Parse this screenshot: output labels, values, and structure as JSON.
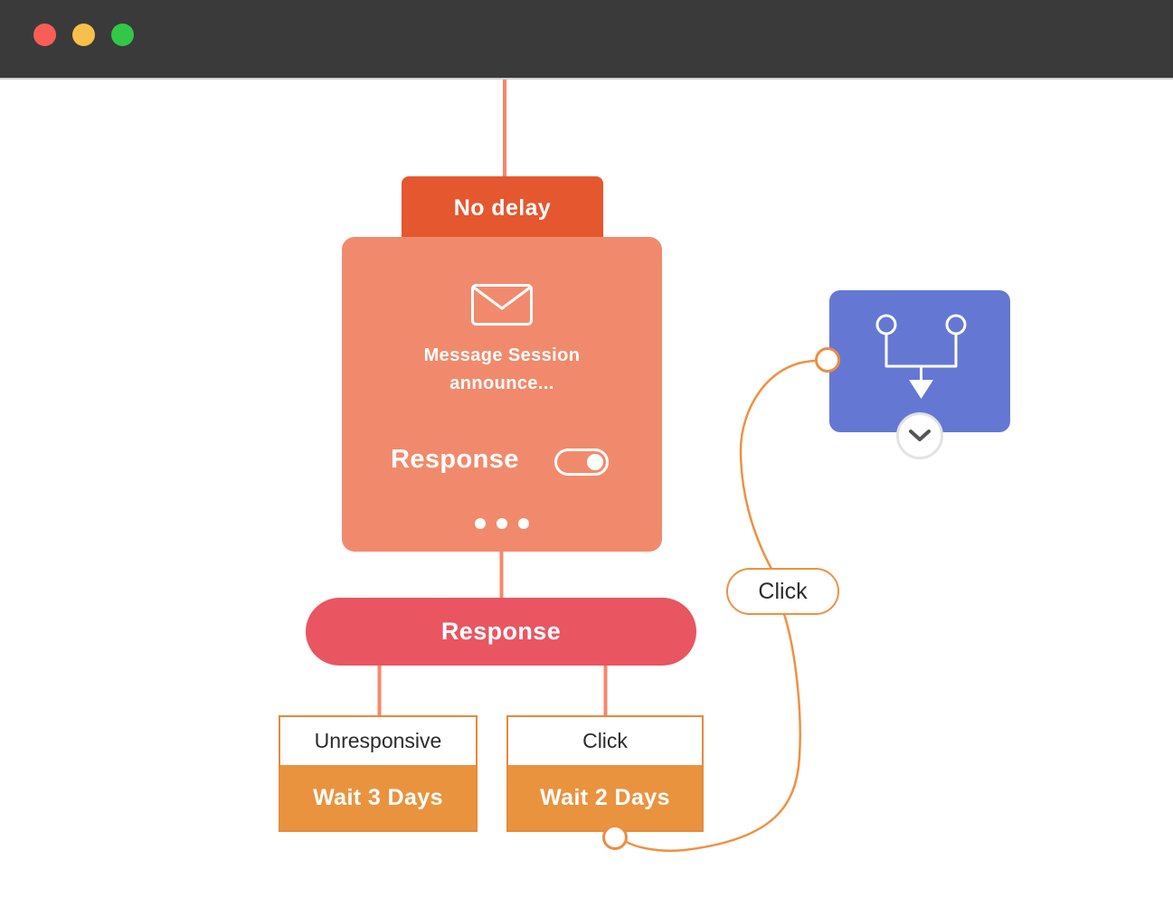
{
  "titlebar": {
    "buttons": [
      {
        "name": "close",
        "color": "#f85e56"
      },
      {
        "name": "minimize",
        "color": "#f9bf4b"
      },
      {
        "name": "zoom",
        "color": "#33c748"
      }
    ]
  },
  "flow": {
    "delay_badge": {
      "label": "No delay"
    },
    "message_node": {
      "icon": "envelope-icon",
      "title_line1": "Message Session",
      "title_line2": "announce...",
      "toggle": {
        "label": "Response",
        "state": "on"
      },
      "more_indicator": "three-dots"
    },
    "response_node": {
      "label": "Response"
    },
    "branches": [
      {
        "condition": "Unresponsive",
        "action": "Wait 3 Days"
      },
      {
        "condition": "Click",
        "action": "Wait 2 Days"
      }
    ],
    "connector_badge": {
      "label": "Click"
    },
    "split_node": {
      "icon": "branch-merge-icon",
      "expander": "chevron-down"
    }
  },
  "colors": {
    "titlebar_bg": "#3a3a3a",
    "delay_badge_bg": "#e5572f",
    "message_card_bg": "#f18a6c",
    "response_pill_bg": "#e95560",
    "branch_border": "#e7893c",
    "branch_fill": "#e9933f",
    "split_card_bg": "#6478d3",
    "wire_salmon": "#f8866a",
    "wire_orange": "#ef9143",
    "dark_text": "#2b2b2b"
  }
}
